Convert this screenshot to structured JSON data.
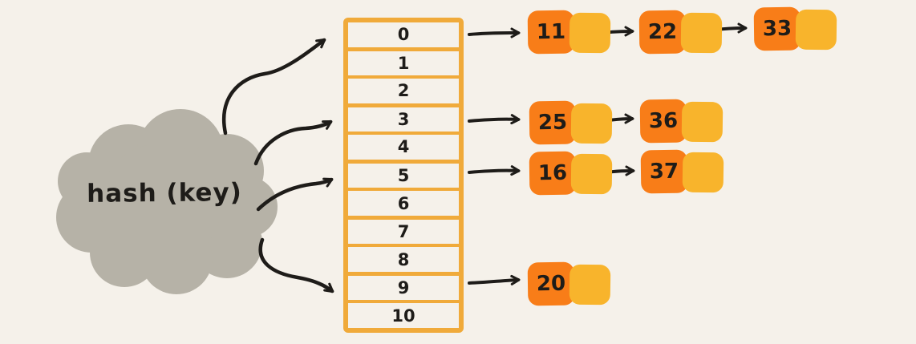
{
  "cloud": {
    "label": "hash (key)"
  },
  "array": {
    "cells": [
      "0",
      "1",
      "2",
      "3",
      "4",
      "5",
      "6",
      "7",
      "8",
      "9",
      "10"
    ]
  },
  "lists": [
    {
      "bucket": "0",
      "nodes": [
        "11",
        "22",
        "33"
      ]
    },
    {
      "bucket": "3",
      "nodes": [
        "25",
        "36"
      ]
    },
    {
      "bucket": "5",
      "nodes": [
        "16",
        "37"
      ]
    },
    {
      "bucket": "9",
      "nodes": [
        "20"
      ]
    }
  ],
  "colors": {
    "background": "#f5f1ea",
    "ink": "#1e1c19",
    "cloud_fill": "#b6b2a7",
    "array_border": "#f0aa3a",
    "node_value_fill": "#f87d18",
    "node_pointer_fill": "#f8b42c"
  }
}
